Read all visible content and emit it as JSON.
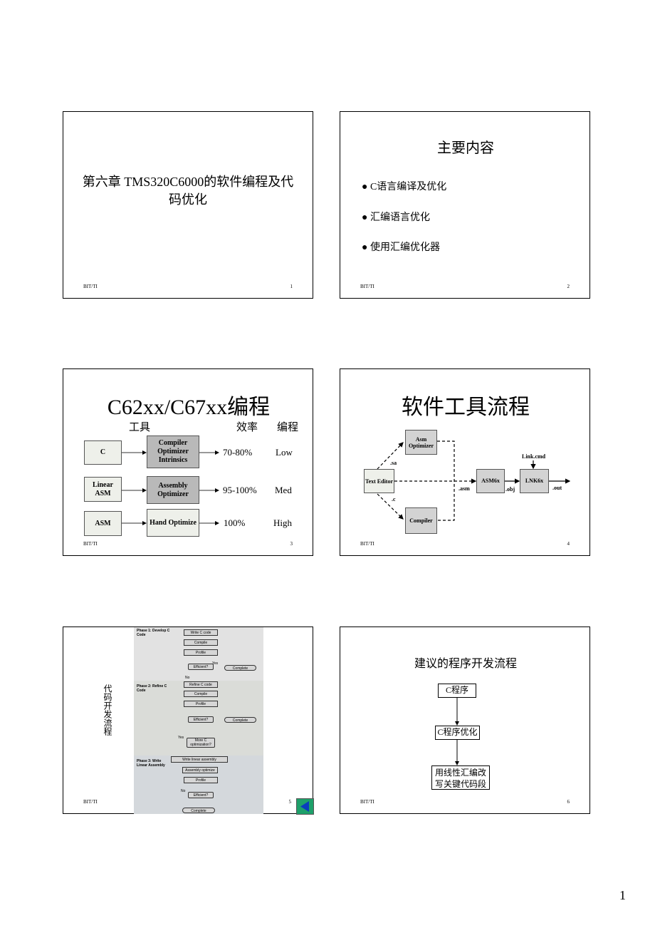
{
  "page_number": "1",
  "slides": [
    {
      "title": "第六章 TMS320C6000的软件编程及代码优化",
      "footer": "BIT/TI",
      "number": "1"
    },
    {
      "title": "主要内容",
      "bullets": [
        "C语言编译及优化",
        "汇编语言优化",
        "使用汇编优化器"
      ],
      "footer": "BIT/TI",
      "number": "2"
    },
    {
      "title": "C62xx/C67xx编程",
      "headers": [
        "工具",
        "效率",
        "编程"
      ],
      "rows": [
        {
          "source": "C",
          "tool": "Compiler Optimizer Intrinsics",
          "efficiency": "70-80%",
          "effort": "Low"
        },
        {
          "source": "Linear ASM",
          "tool": "Assembly Optimizer",
          "efficiency": "95-100%",
          "effort": "Med"
        },
        {
          "source": "ASM",
          "tool": "Hand Optimize",
          "efficiency": "100%",
          "effort": "High"
        }
      ],
      "footer": "BIT/TI",
      "number": "3"
    },
    {
      "title": "软件工具流程",
      "nodes": {
        "asm_opt": "Asm Optimizer",
        "editor": "Text Editor",
        "compiler": "Compiler",
        "asm6x": "ASM6x",
        "lnk6x": "LNK6x",
        "linkcmd": "Link.cmd"
      },
      "labels": {
        "sa": ".sa",
        "c": ".c",
        "asm": ".asm",
        "obj": ".obj",
        "out": ".out"
      },
      "footer": "BIT/TI",
      "number": "4"
    },
    {
      "title": "代码开发流程",
      "flow": {
        "phase1": "Phase 1: Develop C Code",
        "phase2": "Phase 2: Refine C Code",
        "phase3": "Phase 3: Write Linear Assembly",
        "write_c": "Write C code",
        "compile": "Compile",
        "profile": "Profile",
        "efficient": "Efficient?",
        "complete": "Complete",
        "refine": "Refine C code",
        "more_c": "More C optimization?",
        "write_linear": "Write linear assembly",
        "asm_optimize": "Assembly optimize",
        "yes": "Yes",
        "no": "No"
      },
      "footer": "BIT/TI",
      "number": "5"
    },
    {
      "title": "建议的程序开发流程",
      "steps": [
        "C程序",
        "C程序优化",
        "用线性汇编改写关键代码段"
      ],
      "footer": "BIT/TI",
      "number": "6"
    }
  ]
}
